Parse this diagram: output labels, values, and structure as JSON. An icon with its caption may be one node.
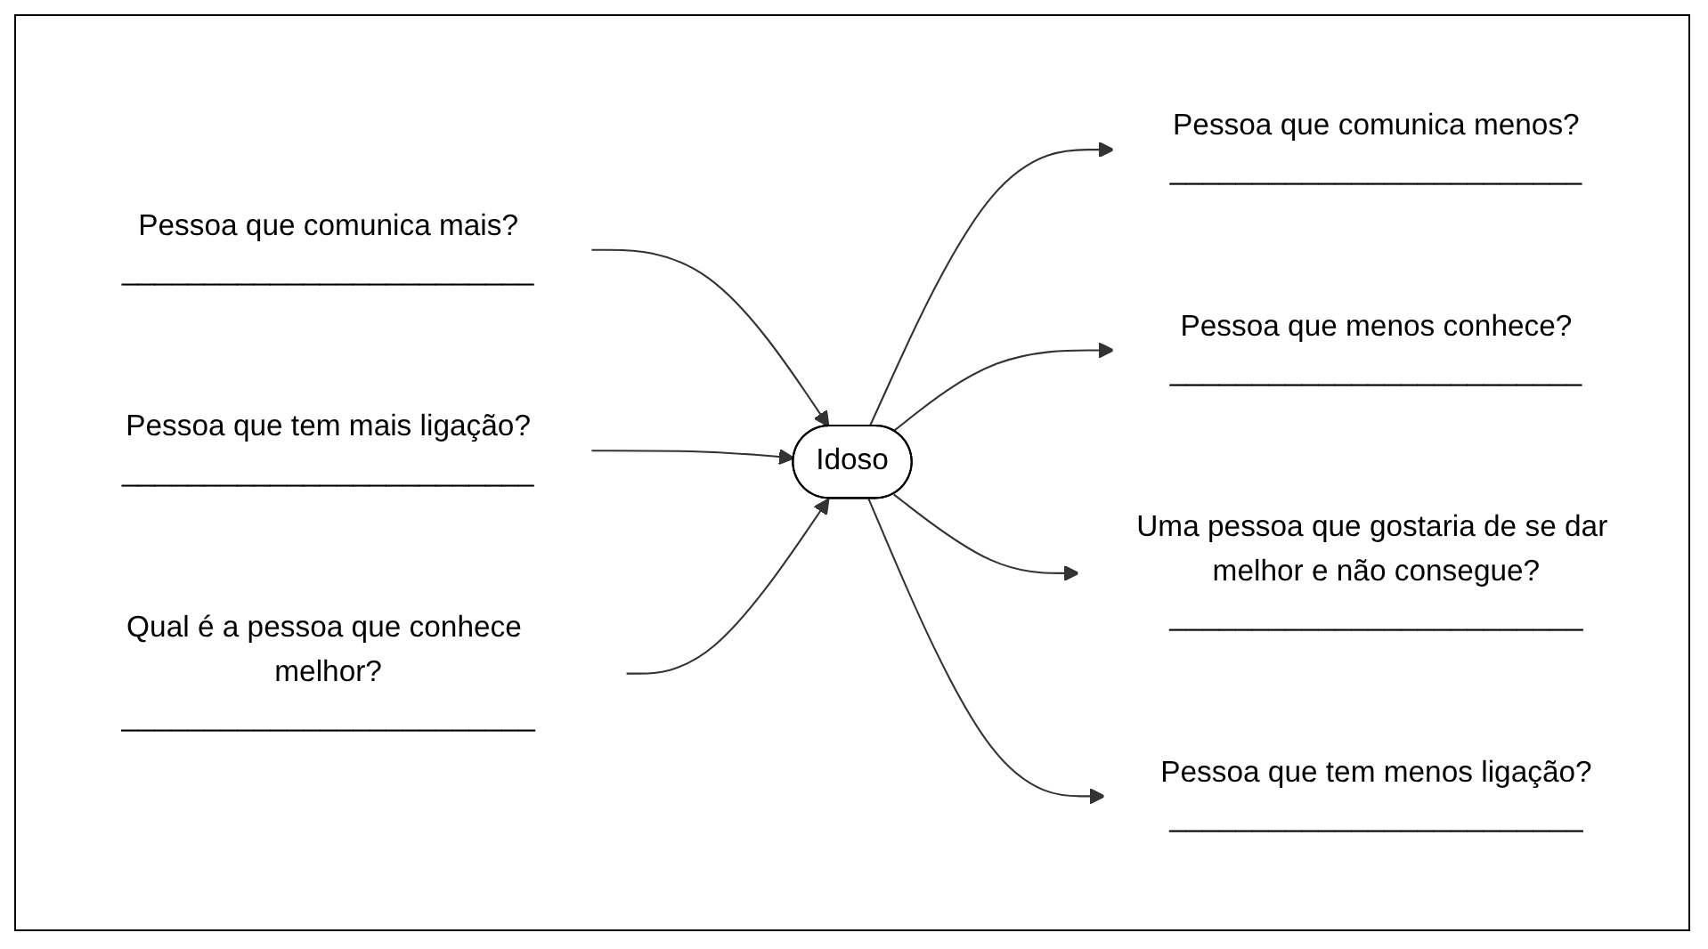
{
  "diagram": {
    "nodes": [
      {
        "text": [
          "Pessoa que comunica menos?",
          "_________________________"
        ]
      },
      {
        "text": [
          "Pessoa que menos conhece?",
          "_________________________"
        ]
      },
      {
        "text": [
          "Pessoa que comunica mais?",
          "_________________________"
        ]
      },
      {
        "text": [
          "Pessoa que tem mais ligação?",
          "_________________________"
        ]
      },
      {
        "text": [
          "Idoso"
        ]
      },
      {
        "text": [
          "Uma pessoa que gostaria de se dar melhor e não consegue?",
          "_________________________"
        ]
      },
      {
        "text": [
          "Pessoa que tem menos ligação?",
          "_________________________"
        ]
      },
      {
        "text": [
          "Qual é a pessoa que conhece melhor?",
          "_________________________"
        ]
      }
    ],
    "edges": [
      {
        "from": 4,
        "to": 0,
        "arrow": "to"
      },
      {
        "from": 4,
        "to": 1,
        "arrow": "to"
      },
      {
        "from": 2,
        "to": 4,
        "arrow": "to"
      },
      {
        "from": 3,
        "to": 4,
        "arrow": "to"
      },
      {
        "from": 4,
        "to": 5,
        "arrow": "to"
      },
      {
        "from": 4,
        "to": 6,
        "arrow": "to"
      },
      {
        "from": 7,
        "to": 4,
        "arrow": "to"
      }
    ]
  }
}
